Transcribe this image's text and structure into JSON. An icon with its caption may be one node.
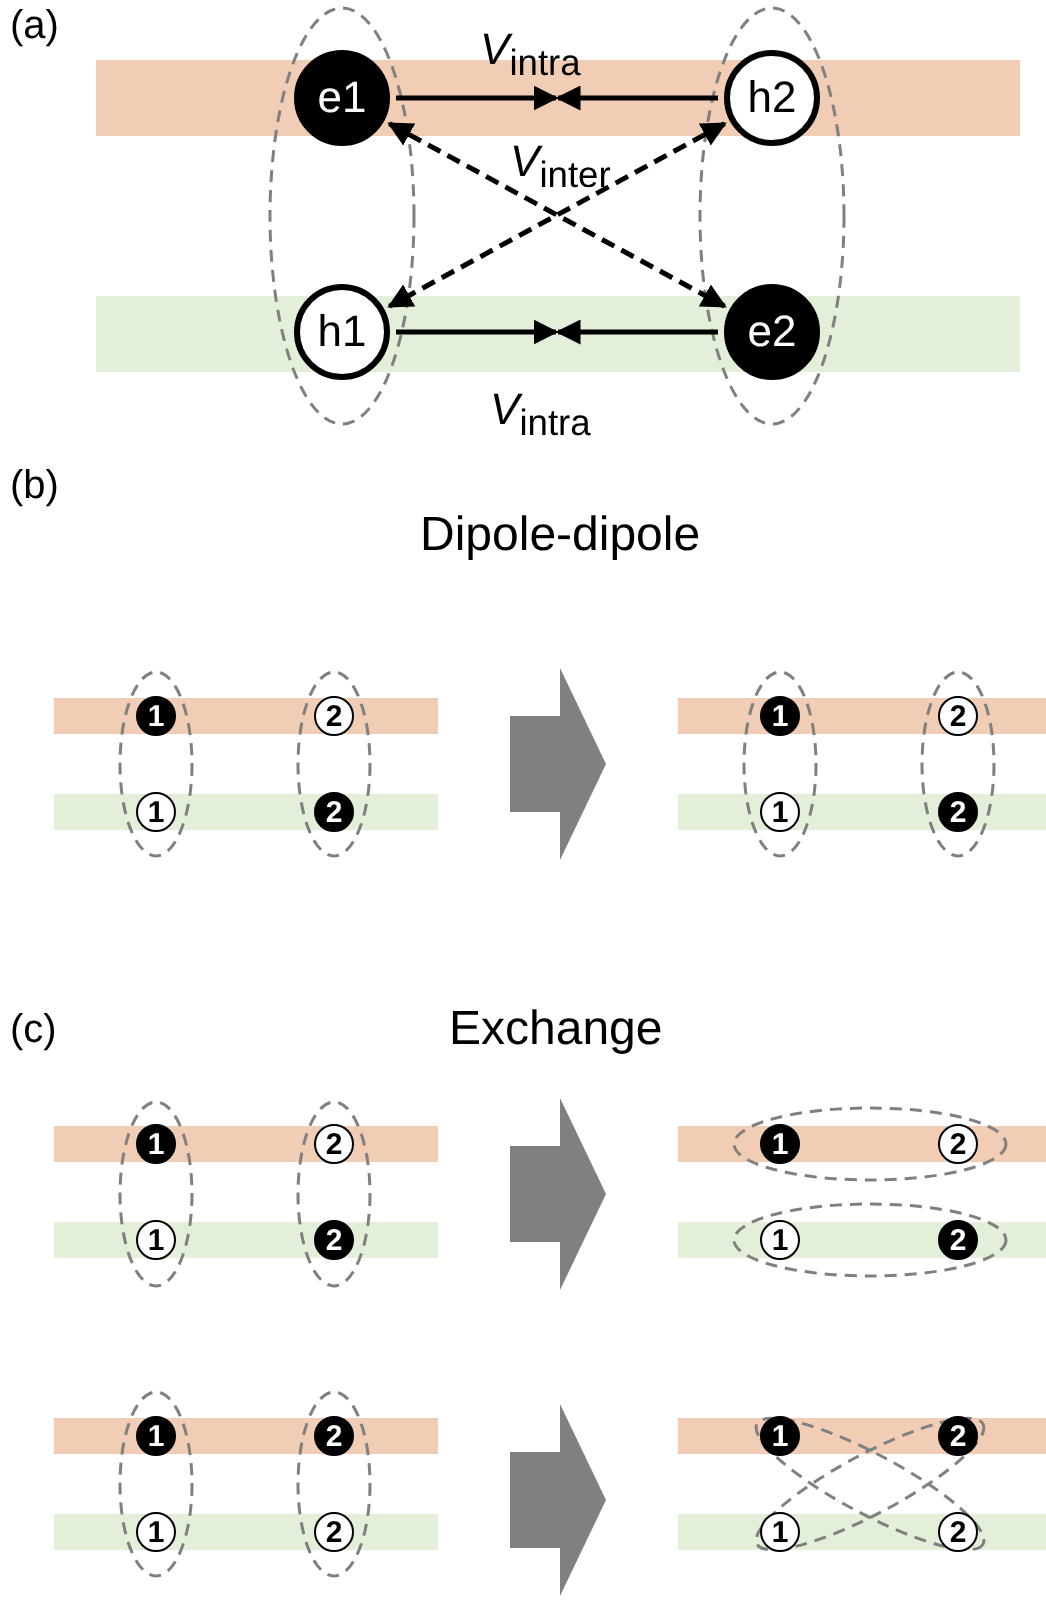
{
  "diagram": {
    "nodes": [
      {
        "text": [
          "e1"
        ]
      },
      {
        "text": [
          "h2"
        ]
      },
      {
        "text": [
          "h1"
        ]
      },
      {
        "text": [
          "e2"
        ]
      },
      {
        "text": [
          "1"
        ]
      },
      {
        "text": [
          "2"
        ]
      },
      {
        "text": [
          "1"
        ]
      },
      {
        "text": [
          "2"
        ]
      },
      {
        "text": [
          "1"
        ]
      },
      {
        "text": [
          "2"
        ]
      },
      {
        "text": [
          "1"
        ]
      },
      {
        "text": [
          "2"
        ]
      },
      {
        "text": [
          "1"
        ]
      },
      {
        "text": [
          "2"
        ]
      },
      {
        "text": [
          "1"
        ]
      },
      {
        "text": [
          "2"
        ]
      },
      {
        "text": [
          "1"
        ]
      },
      {
        "text": [
          "2"
        ]
      },
      {
        "text": [
          "1"
        ]
      },
      {
        "text": [
          "2"
        ]
      },
      {
        "text": [
          "1"
        ]
      },
      {
        "text": [
          "2"
        ]
      },
      {
        "text": [
          "1"
        ]
      },
      {
        "text": [
          "2"
        ]
      },
      {
        "text": [
          "1"
        ]
      },
      {
        "text": [
          "2"
        ]
      },
      {
        "text": [
          "1"
        ]
      },
      {
        "text": [
          "2"
        ]
      }
    ],
    "edges": [
      {
        "from": 0,
        "to": null,
        "arrow": "to",
        "label": "*V*$_{intra}$"
      },
      {
        "from": 1,
        "to": null,
        "arrow": "to"
      },
      {
        "from": 0,
        "to": 3,
        "arrow": "both",
        "style": "dashed",
        "label": "*V*$_{inter}$"
      },
      {
        "from": 1,
        "to": 2,
        "arrow": "both",
        "style": "dashed"
      },
      {
        "from": 2,
        "to": null,
        "arrow": "to",
        "label": "*V*$_{intra}$"
      },
      {
        "from": 3,
        "to": null,
        "arrow": "to"
      }
    ],
    "labels": [
      "(a)",
      "(b)",
      "Dipole-dipole",
      "(c)",
      "Exchange"
    ]
  }
}
